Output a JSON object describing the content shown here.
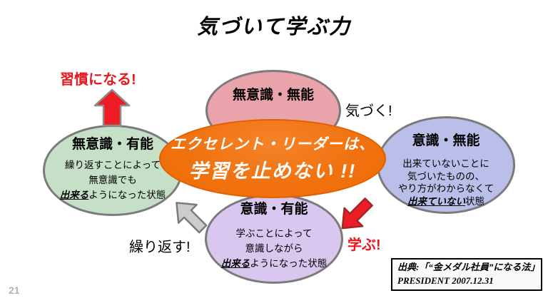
{
  "slide": {
    "title": "気づいて学ぶ力",
    "page_number": "21"
  },
  "center_ellipse": {
    "line1": "エクセレント・リーダーは、",
    "line2": "学習を止めない !!",
    "fill_color": "#f0720f",
    "text_color": "#ffffff"
  },
  "stages": {
    "top": {
      "title": "無意識・無能",
      "fill_color": "#e9a3ab"
    },
    "right": {
      "title": "意識・無能",
      "line1": "出来ていないことに",
      "line2": "気づいたものの、",
      "line3": "やり方がわからなくて",
      "em": "出来ていない",
      "tail": "状態",
      "fill_color": "#b9bfe9"
    },
    "bottom": {
      "title": "意識・有能",
      "line1": "学ぶことによって",
      "line2": "意識しながら",
      "em": "出来る",
      "tail": "ようになった状態",
      "fill_color": "#d9c7ef"
    },
    "left": {
      "title": "無意識・有能",
      "line1": "繰り返すことによって",
      "line2": "無意識でも",
      "em": "出来る",
      "tail": "ようになった状態",
      "fill_color": "#c6dfc7"
    }
  },
  "labels": {
    "notice": "気づく!",
    "learn": "学ぶ!",
    "repeat": "繰り返す!",
    "habit": "習慣になる!"
  },
  "source": {
    "line1": "出典:「“金メダル社員”になる法」",
    "line2": "PRESIDENT 2007.12.31"
  },
  "colors": {
    "red_accent": "#e8171e",
    "ellipse_border": "#7b7b7b",
    "gray_arrow": "#cccccc",
    "red_arrow": "#ee1c24"
  }
}
